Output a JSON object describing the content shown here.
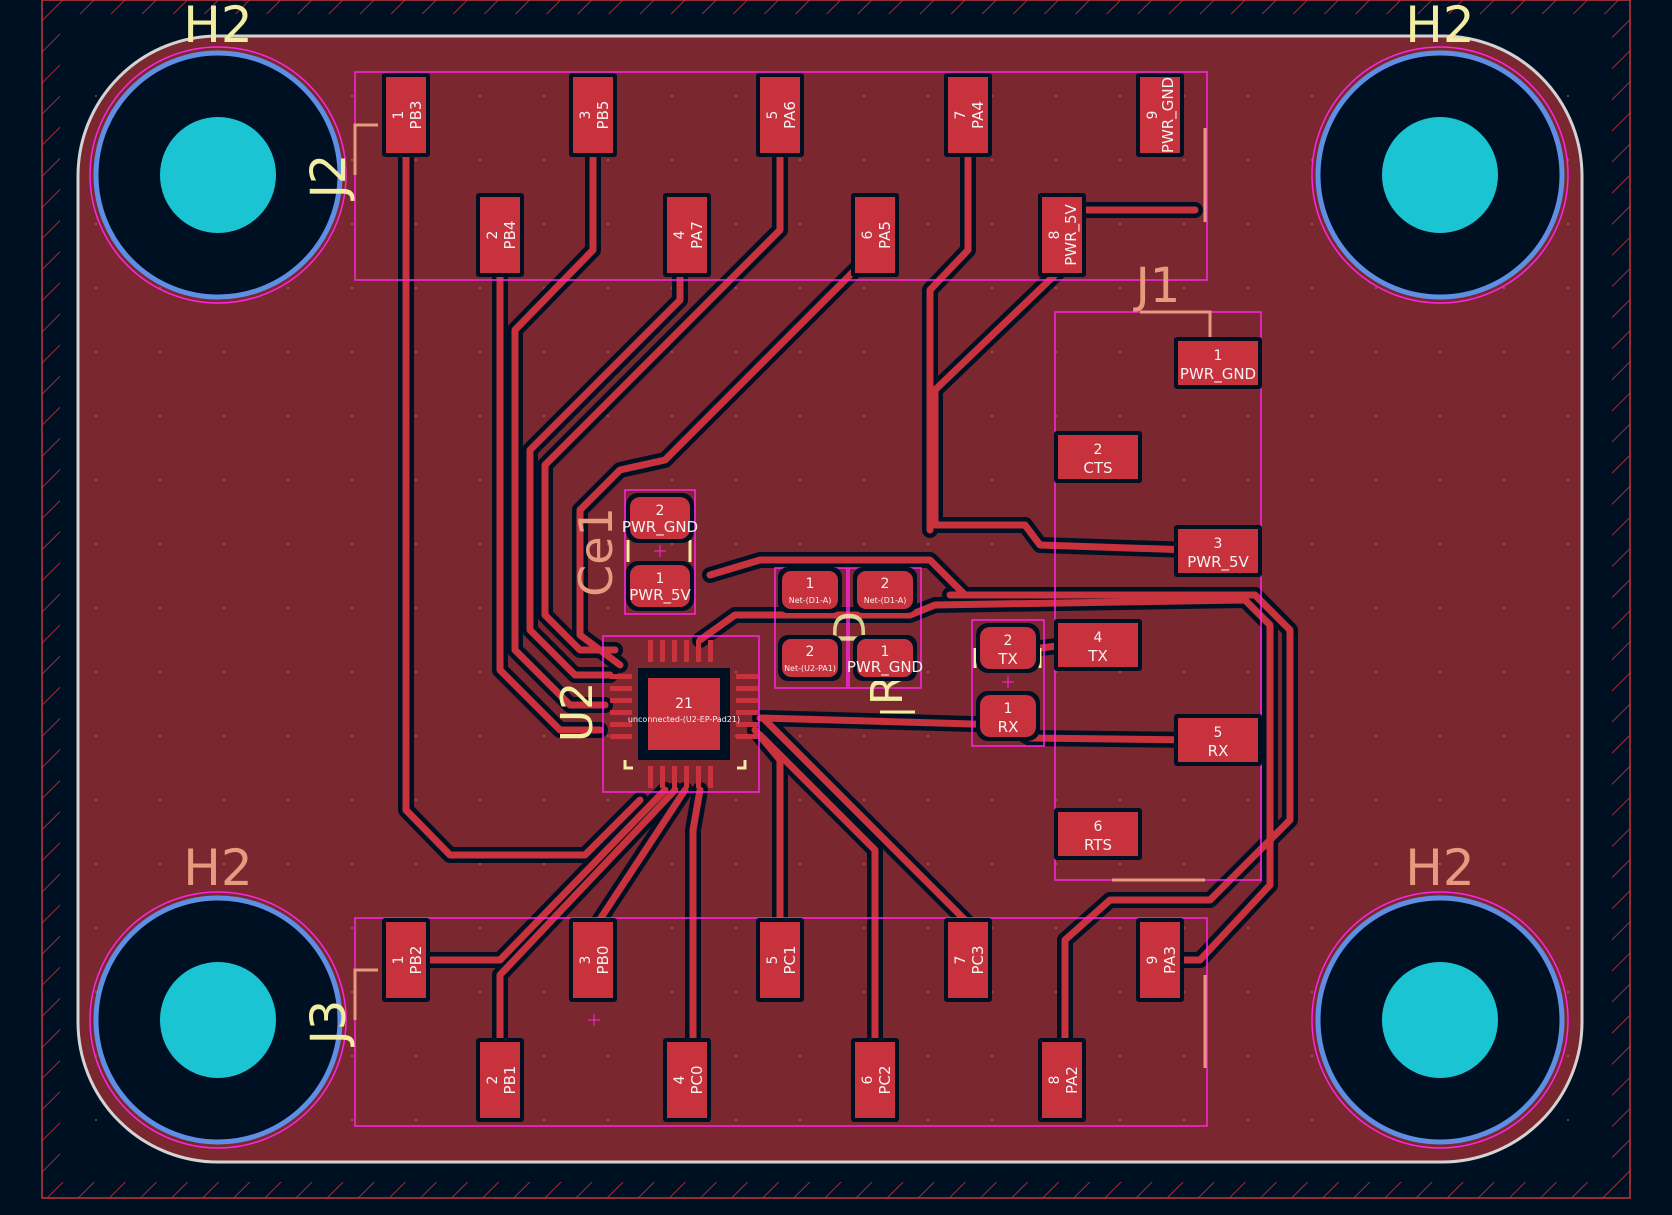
{
  "colors": {
    "background": "#001023",
    "board_fill": "#7b2730",
    "copper": "#c8323c",
    "outline": "#d3d3d3",
    "courtyard": "#ff26e2",
    "silk": "#f2eda1",
    "silk_alt": "#e59b7e",
    "hole": "#1ac4d2",
    "ring": "#5f8ee5"
  },
  "holes": [
    {
      "ref": "H2"
    },
    {
      "ref": "H2"
    },
    {
      "ref": "H2"
    },
    {
      "ref": "H2"
    }
  ],
  "refs": {
    "j1": "J1",
    "j2": "J2",
    "j3": "J3",
    "ce1": "Ce1",
    "u2": "U2",
    "r": "R",
    "d": "D"
  },
  "j2_pins": [
    {
      "num": "1",
      "net": "PB3"
    },
    {
      "num": "3",
      "net": "PB5"
    },
    {
      "num": "5",
      "net": "PA6"
    },
    {
      "num": "7",
      "net": "PA4"
    },
    {
      "num": "9",
      "net": "PWR_GND"
    },
    {
      "num": "2",
      "net": "PB4"
    },
    {
      "num": "4",
      "net": "PA7"
    },
    {
      "num": "6",
      "net": "PA5"
    },
    {
      "num": "8",
      "net": "PWR_5V"
    }
  ],
  "j3_pins": [
    {
      "num": "1",
      "net": "PB2"
    },
    {
      "num": "3",
      "net": "PB0"
    },
    {
      "num": "5",
      "net": "PC1"
    },
    {
      "num": "7",
      "net": "PC3"
    },
    {
      "num": "9",
      "net": "PA3"
    },
    {
      "num": "2",
      "net": "PB1"
    },
    {
      "num": "4",
      "net": "PC0"
    },
    {
      "num": "6",
      "net": "PC2"
    },
    {
      "num": "8",
      "net": "PA2"
    }
  ],
  "j1_pins": [
    {
      "num": "1",
      "net": "PWR_GND"
    },
    {
      "num": "2",
      "net": "CTS"
    },
    {
      "num": "3",
      "net": "PWR_5V"
    },
    {
      "num": "4",
      "net": "TX"
    },
    {
      "num": "5",
      "net": "RX"
    },
    {
      "num": "6",
      "net": "RTS"
    }
  ],
  "ce1_pins": [
    {
      "num": "2",
      "net": "PWR_GND"
    },
    {
      "num": "1",
      "net": "PWR_5V"
    }
  ],
  "txrx_pins": [
    {
      "num": "2",
      "net": "TX"
    },
    {
      "num": "1",
      "net": "RX"
    }
  ],
  "led_pins": [
    {
      "num": "1",
      "net": "Net-(D1-A)"
    },
    {
      "num": "2",
      "net": "Net-(D1-A)"
    },
    {
      "num": "2",
      "net": "Net-(U2-PA1)"
    },
    {
      "num": "1",
      "net": "PWR_GND"
    }
  ],
  "u2": {
    "center_num": "21",
    "center_net": "unconnected-(U2-EP-Pad21)"
  }
}
